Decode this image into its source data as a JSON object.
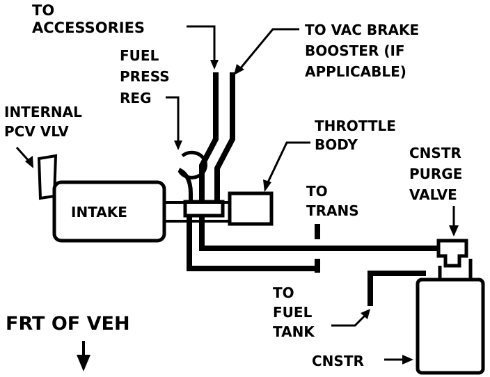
{
  "colors": {
    "ink": "#000000",
    "background": "#ffffff"
  },
  "labels": {
    "accessories_l1": "TO",
    "accessories_l2": "ACCESSORIES",
    "brake_l1": "TO VAC BRAKE",
    "brake_l2": "BOOSTER (IF",
    "brake_l3": "APPLICABLE)",
    "fpr_l1": "FUEL",
    "fpr_l2": "PRESS",
    "fpr_l3": "REG",
    "pcv_l1": "INTERNAL",
    "pcv_l2": "PCV VLV",
    "throttle_l1": "THROTTLE",
    "throttle_l2": "BODY",
    "purge_l1": "CNSTR",
    "purge_l2": "PURGE",
    "purge_l3": "VALVE",
    "intake": "INTAKE",
    "trans_l1": "TO",
    "trans_l2": "TRANS",
    "tank_l1": "TO",
    "tank_l2": "FUEL",
    "tank_l3": "TANK",
    "front": "FRT OF VEH",
    "canister": "CNSTR"
  }
}
